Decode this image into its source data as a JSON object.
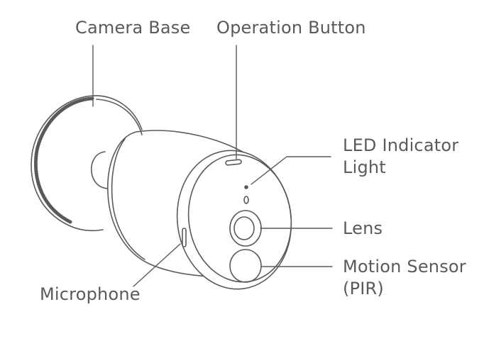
{
  "diagram": {
    "line_color": "#5a5a5a",
    "text_color": "#5a5a5a",
    "labels": {
      "camera_base": "Camera Base",
      "operation_button": "Operation Button",
      "led_line1": "LED Indicator",
      "led_line2": "Light",
      "lens": "Lens",
      "motion_line1": "Motion Sensor",
      "motion_line2": "(PIR)",
      "microphone": "Microphone"
    }
  }
}
